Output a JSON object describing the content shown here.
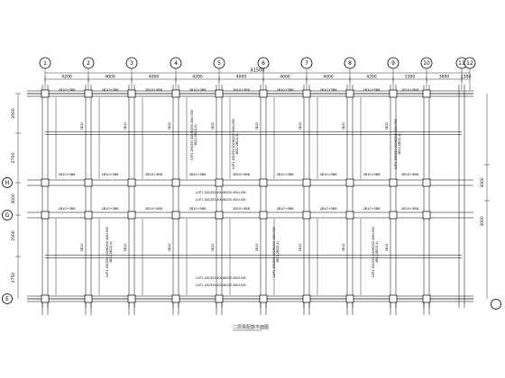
{
  "grid_x_labels": [
    "1",
    "2",
    "3",
    "4",
    "5",
    "6",
    "7",
    "8",
    "9",
    "10",
    "11",
    "12"
  ],
  "grid_y_labels": [
    "H",
    "G",
    "E"
  ],
  "top_dims": [
    "4200",
    "4000",
    "4000",
    "4200",
    "4000",
    "4000",
    "4000",
    "4200",
    "3300",
    "3600",
    "1300"
  ],
  "top_total": "41500",
  "left_dims": [
    "2900",
    "2700",
    "3000",
    "2500",
    "2750"
  ],
  "right_dims": [
    "3000",
    "3000"
  ],
  "beam_label": "2B10+5B8",
  "side_label": "3B12",
  "slab_note": "LCP1 150/250 400/60/30 400×300",
  "beam_note": "4B12,2B12(-4)",
  "caption": "二层梁配筋平面图"
}
